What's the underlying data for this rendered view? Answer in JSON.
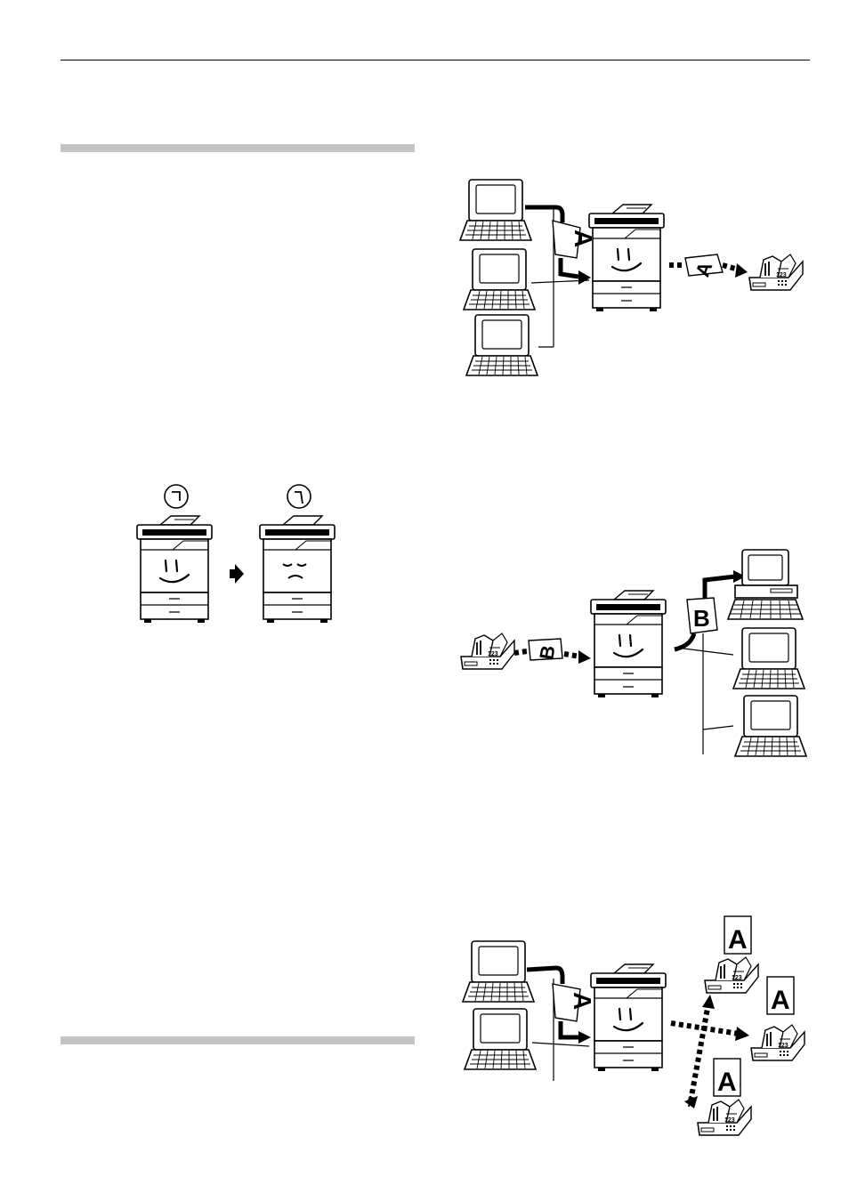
{
  "page": {
    "colors": {
      "rule": "#000000",
      "section_bar": "#c4c4c4",
      "background": "#ffffff"
    }
  },
  "figures": {
    "send_from_computers": {
      "document_letter": "A"
    },
    "sleep_mode": {},
    "receive_to_computers": {
      "document_letter": "B"
    },
    "broadcast": {
      "document_letter": "A"
    }
  }
}
